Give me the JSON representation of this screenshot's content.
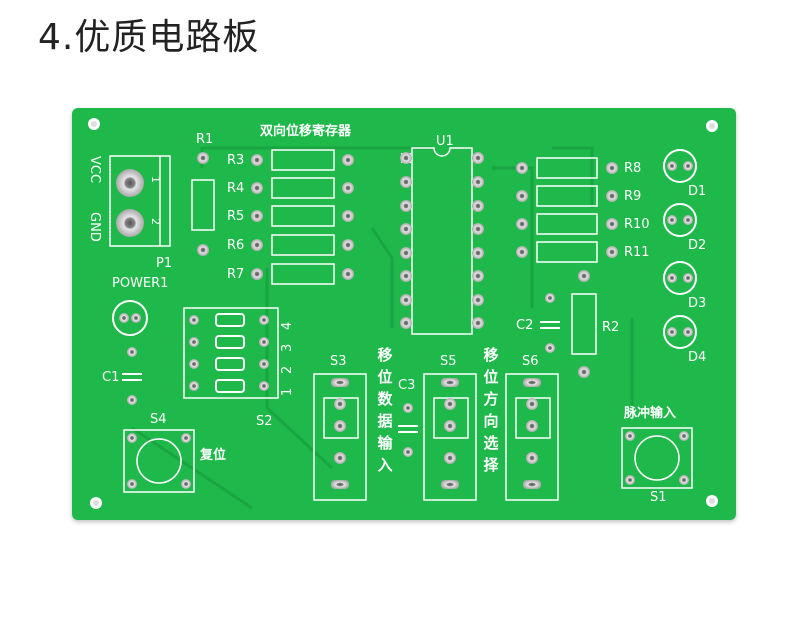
{
  "heading": "4.优质电路板",
  "board": {
    "title": "双向位移寄存器",
    "chip": "U1",
    "resistors_left": [
      "R3",
      "R4",
      "R5",
      "R6",
      "R7"
    ],
    "resistors_right": [
      "R8",
      "R9",
      "R10",
      "R11"
    ],
    "r1": "R1",
    "r2": "R2",
    "leds": [
      "D1",
      "D2",
      "D3",
      "D4"
    ],
    "terminal": {
      "vcc": "VCC",
      "gnd": "GND",
      "pin1": "1",
      "pin2": "2",
      "label": "P1"
    },
    "power": "POWER1",
    "c1": "C1",
    "c2": "C2",
    "c3": "C3",
    "dip": {
      "label": "S2",
      "numbers": [
        "4",
        "3",
        "2",
        "1"
      ]
    },
    "s3": "S3",
    "s5": "S5",
    "s6": "S6",
    "s4": "S4",
    "s1": "S1",
    "reset_label": "复位",
    "pulse_label": "脉冲输入",
    "shift_input_label": "移位数据输入",
    "shift_dir_label": "移位方向选择"
  },
  "colors": {
    "board": "#1fb84a",
    "silkscreen": "#ffffff",
    "pad": "#b8b8b8"
  }
}
